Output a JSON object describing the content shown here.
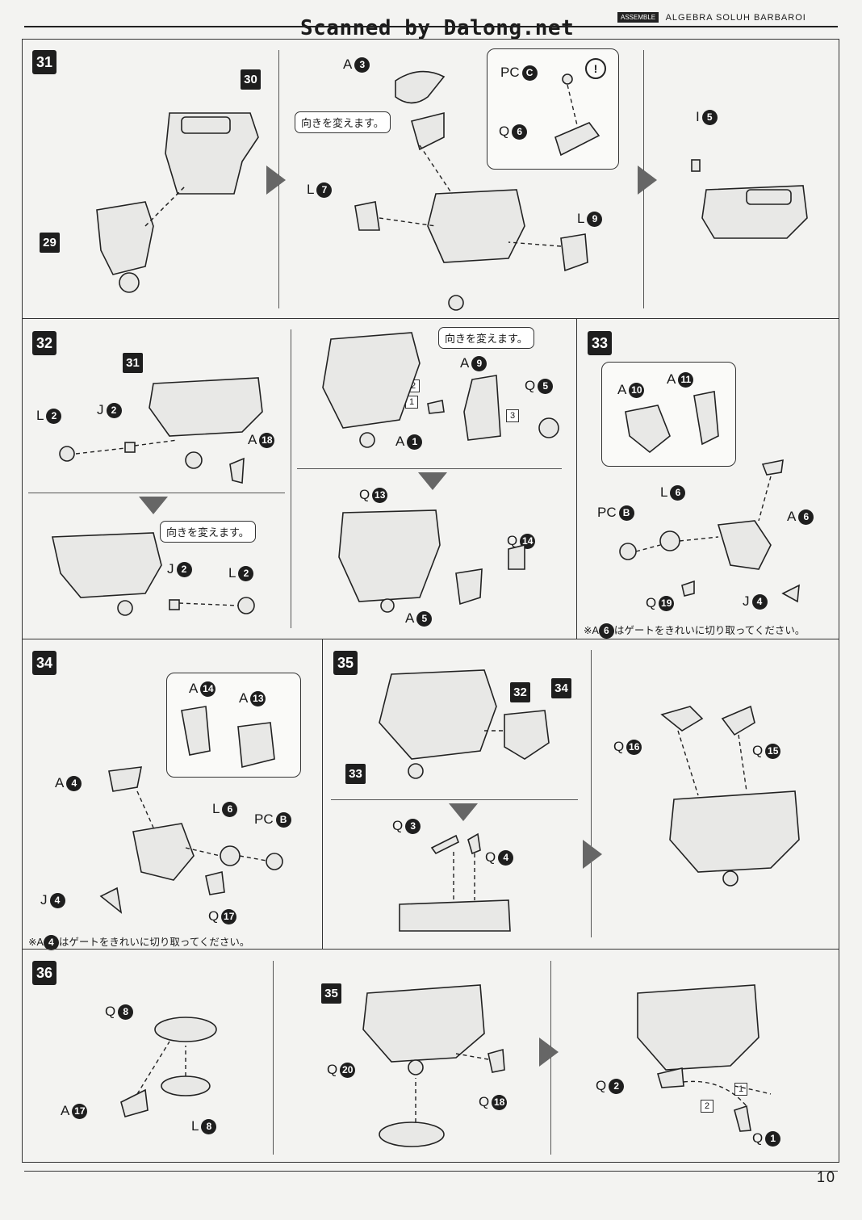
{
  "header": {
    "scan_credit": "Scanned by Dalong.net",
    "section_tag": "ASSEMBLE",
    "product_title": "ALGEBRA SOLUH BARBAROI"
  },
  "callout_text": "向きを変えます。",
  "steps": {
    "s31": "31",
    "s32": "32",
    "s33": "33",
    "s34": "34",
    "s35": "35",
    "s36": "36"
  },
  "refs": {
    "r30": "30",
    "r29": "29",
    "r31": "31",
    "r32": "32",
    "r33": "33",
    "r34": "34",
    "r35": "35"
  },
  "labels": {
    "p31_a3": {
      "l": "A",
      "n": "3"
    },
    "p31_pcc": {
      "l": "PC",
      "n": "C"
    },
    "p31_q6": {
      "l": "Q",
      "n": "6"
    },
    "p31_l7": {
      "l": "L",
      "n": "7"
    },
    "p31_l9": {
      "l": "L",
      "n": "9"
    },
    "p31_i5": {
      "l": "I",
      "n": "5"
    },
    "p32_l2a": {
      "l": "L",
      "n": "2"
    },
    "p32_j2a": {
      "l": "J",
      "n": "2"
    },
    "p32_a18": {
      "l": "A",
      "n": "18"
    },
    "p32_j2b": {
      "l": "J",
      "n": "2"
    },
    "p32_l2b": {
      "l": "L",
      "n": "2"
    },
    "p32_a9": {
      "l": "A",
      "n": "9"
    },
    "p32_q5": {
      "l": "Q",
      "n": "5"
    },
    "p32_a1": {
      "l": "A",
      "n": "1"
    },
    "p32_q13": {
      "l": "Q",
      "n": "13"
    },
    "p32_q14": {
      "l": "Q",
      "n": "14"
    },
    "p32_a5": {
      "l": "A",
      "n": "5"
    },
    "p33_a10": {
      "l": "A",
      "n": "10"
    },
    "p33_a11": {
      "l": "A",
      "n": "11"
    },
    "p33_l6": {
      "l": "L",
      "n": "6"
    },
    "p33_pcb": {
      "l": "PC",
      "n": "B"
    },
    "p33_a6": {
      "l": "A",
      "n": "6"
    },
    "p33_q19": {
      "l": "Q",
      "n": "19"
    },
    "p33_j4": {
      "l": "J",
      "n": "4"
    },
    "p34_a14": {
      "l": "A",
      "n": "14"
    },
    "p34_a13": {
      "l": "A",
      "n": "13"
    },
    "p34_a4": {
      "l": "A",
      "n": "4"
    },
    "p34_l6": {
      "l": "L",
      "n": "6"
    },
    "p34_pcb": {
      "l": "PC",
      "n": "B"
    },
    "p34_j4": {
      "l": "J",
      "n": "4"
    },
    "p34_q17": {
      "l": "Q",
      "n": "17"
    },
    "p35_q3": {
      "l": "Q",
      "n": "3"
    },
    "p35_q4": {
      "l": "Q",
      "n": "4"
    },
    "p35_q16": {
      "l": "Q",
      "n": "16"
    },
    "p35_q15": {
      "l": "Q",
      "n": "15"
    },
    "p36_q8": {
      "l": "Q",
      "n": "8"
    },
    "p36_a17": {
      "l": "A",
      "n": "17"
    },
    "p36_l8": {
      "l": "L",
      "n": "8"
    },
    "p36_q20": {
      "l": "Q",
      "n": "20"
    },
    "p36_q18": {
      "l": "Q",
      "n": "18"
    },
    "p36_q2": {
      "l": "Q",
      "n": "2"
    },
    "p36_q1": {
      "l": "Q",
      "n": "1"
    }
  },
  "sub_numbers": {
    "one": "1",
    "two": "2",
    "three": "3"
  },
  "notes": {
    "n33_pre": "※A",
    "n33_num": "6",
    "n33_post": "はゲートをきれいに切り取ってください。",
    "n34_pre": "※A",
    "n34_num": "4",
    "n34_post": "はゲートをきれいに切り取ってください。"
  },
  "warning_symbol": "!",
  "page_number": "10"
}
